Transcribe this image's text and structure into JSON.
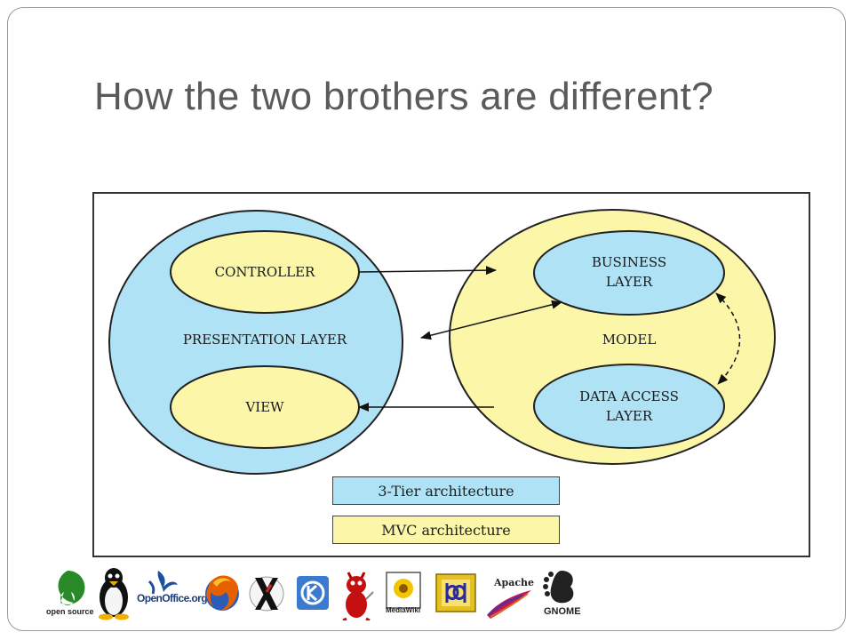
{
  "slide": {
    "title": "How the two brothers are different?"
  },
  "diagram": {
    "presentation_layer": "PRESENTATION LAYER",
    "controller": "CONTROLLER",
    "view": "VIEW",
    "model": "MODEL",
    "business_layer": [
      "BUSINESS",
      "LAYER"
    ],
    "data_access_layer": [
      "DATA ACCESS",
      "LAYER"
    ],
    "legend": {
      "tier": "3-Tier architecture",
      "mvc": "MVC architecture"
    },
    "colors": {
      "tier_blue": "#aee2f4",
      "mvc_yellow": "#fbf6a8"
    }
  },
  "logos": {
    "opensource": "open source",
    "openoffice": "OpenOffice.org",
    "mediawiki": "MediaWiki",
    "apache": "Apache",
    "gnome": "GNOME"
  }
}
